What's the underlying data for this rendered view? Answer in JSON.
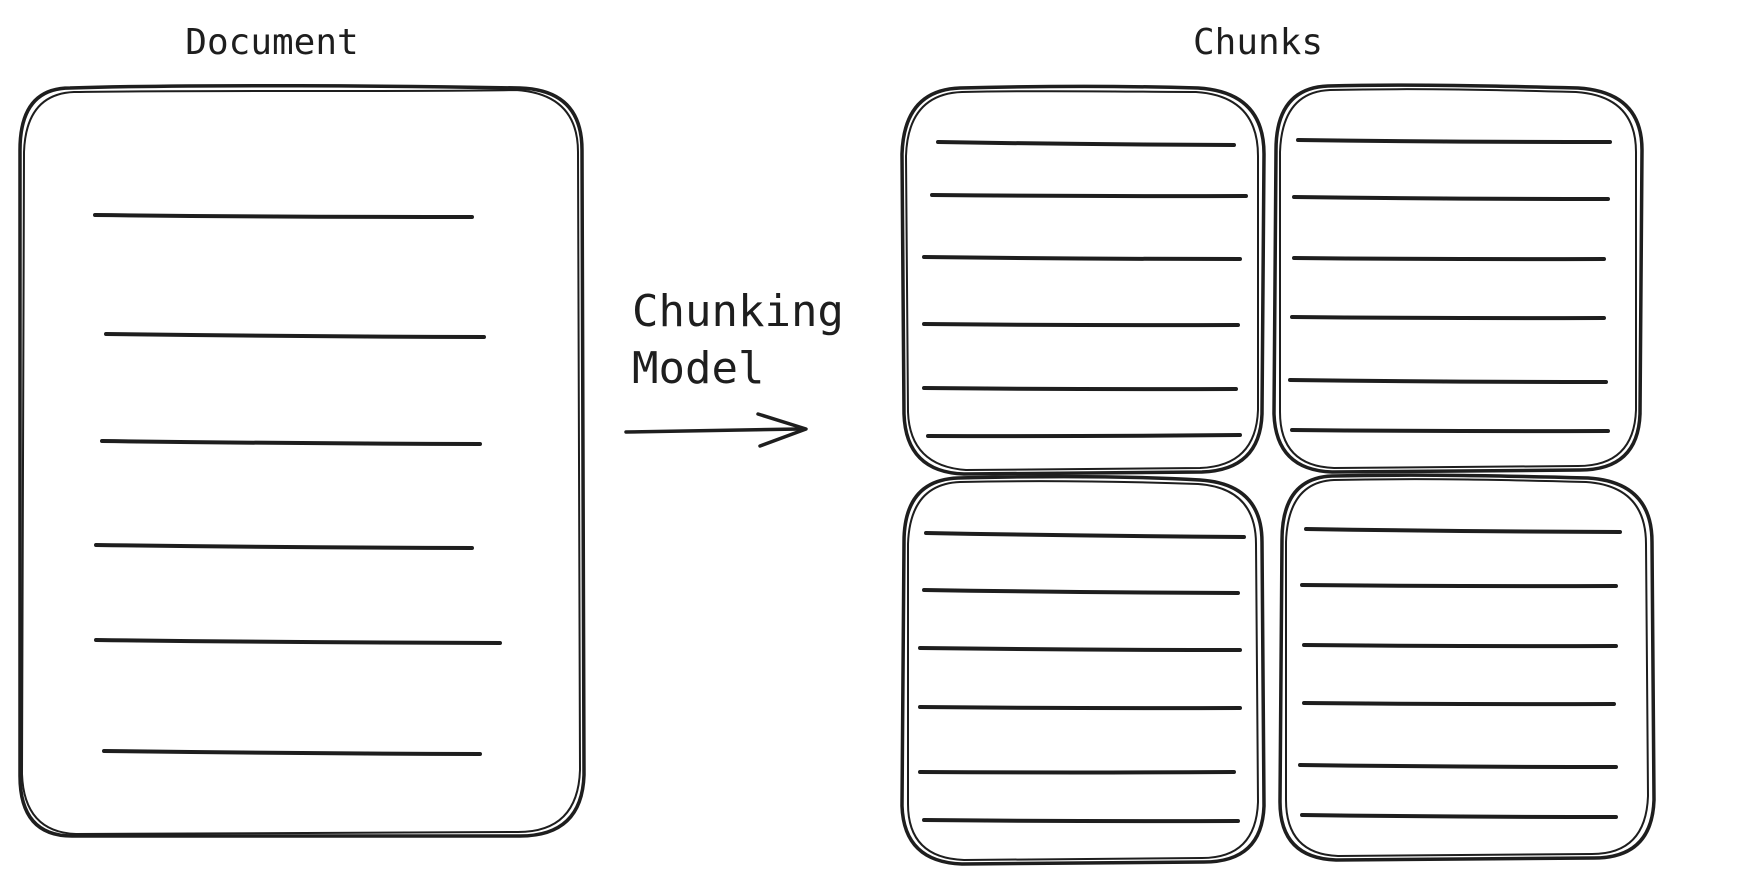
{
  "document": {
    "title": "Document",
    "lines": 6
  },
  "chunking": {
    "line1": "Chunking",
    "line2": "Model"
  },
  "chunks": {
    "title": "Chunks",
    "boxes": [
      {
        "lines": 6
      },
      {
        "lines": 6
      },
      {
        "lines": 6
      },
      {
        "lines": 6
      }
    ]
  },
  "colors": {
    "ink": "#1e1e1e",
    "background": "#ffffff"
  }
}
